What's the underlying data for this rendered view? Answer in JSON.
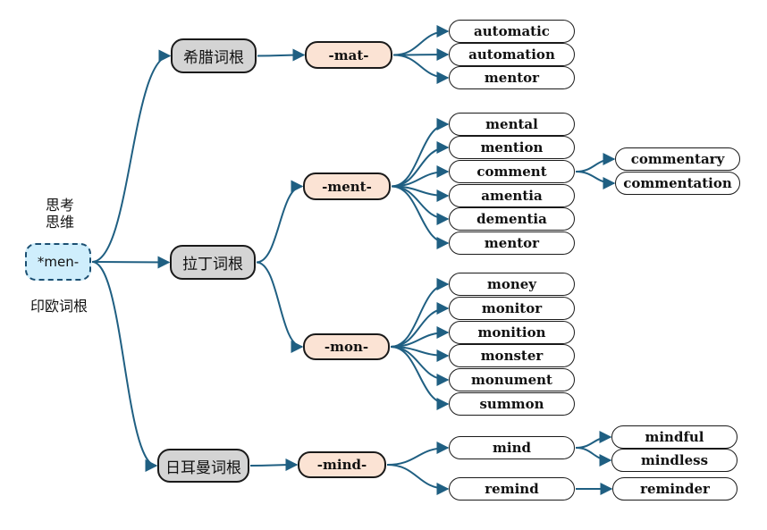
{
  "root": {
    "label": "*men-",
    "meaning_line1": "思考",
    "meaning_line2": "思维",
    "origin": "印欧词根"
  },
  "families": [
    {
      "label": "希腊词根"
    },
    {
      "label": "拉丁词根"
    },
    {
      "label": "日耳曼词根"
    }
  ],
  "morphemes": {
    "mat": "-mat-",
    "ment": "-ment-",
    "mon": "-mon-",
    "mind": "-mind-"
  },
  "words": {
    "mat": [
      "automatic",
      "automation",
      "mentor"
    ],
    "ment": [
      "mental",
      "mention",
      "comment",
      "amentia",
      "dementia",
      "mentor"
    ],
    "mon": [
      "money",
      "monitor",
      "monition",
      "monster",
      "monument",
      "summon"
    ],
    "mind": [
      "mind",
      "remind"
    ]
  },
  "derived": {
    "comment": [
      "commentary",
      "commentation"
    ],
    "mind": [
      "mindful",
      "mindless"
    ],
    "remind": [
      "reminder"
    ]
  },
  "colors": {
    "edge": "#1f5f82",
    "root_fill": "#cfeefc",
    "family_fill": "#d4d4d4",
    "morpheme_fill": "#fbe3d4",
    "word_fill": "#ffffff"
  }
}
